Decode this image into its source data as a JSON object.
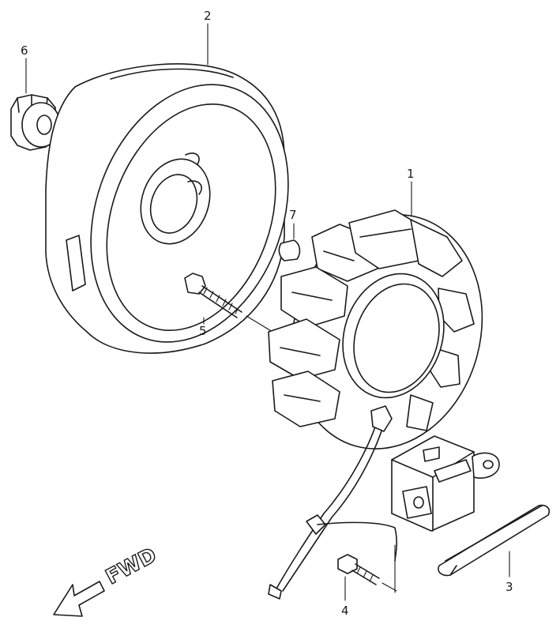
{
  "callouts": {
    "stator": "1",
    "rotor": "2",
    "cover_plate": "3",
    "screw_small": "4",
    "bolt_long": "5",
    "nut": "6",
    "key": "7"
  },
  "direction_label": "FWD",
  "colors": {
    "line": "#1a1a1a",
    "background": "#ffffff"
  }
}
